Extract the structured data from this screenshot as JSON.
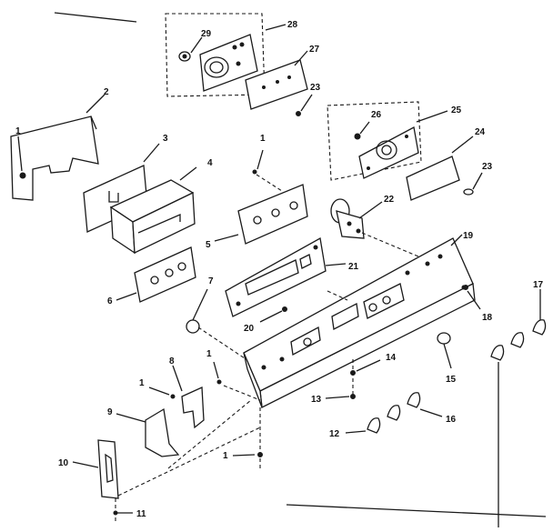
{
  "callouts": [
    {
      "id": "c1a",
      "text": "1"
    },
    {
      "id": "c1b",
      "text": "1"
    },
    {
      "id": "c1c",
      "text": "1"
    },
    {
      "id": "c1d",
      "text": "1"
    },
    {
      "id": "c1e",
      "text": "1"
    },
    {
      "id": "c2",
      "text": "2"
    },
    {
      "id": "c3",
      "text": "3"
    },
    {
      "id": "c4",
      "text": "4"
    },
    {
      "id": "c5",
      "text": "5"
    },
    {
      "id": "c6",
      "text": "6"
    },
    {
      "id": "c7",
      "text": "7"
    },
    {
      "id": "c8",
      "text": "8"
    },
    {
      "id": "c9",
      "text": "9"
    },
    {
      "id": "c10",
      "text": "10"
    },
    {
      "id": "c11",
      "text": "11"
    },
    {
      "id": "c12",
      "text": "12"
    },
    {
      "id": "c13",
      "text": "13"
    },
    {
      "id": "c14",
      "text": "14"
    },
    {
      "id": "c15",
      "text": "15"
    },
    {
      "id": "c16",
      "text": "16"
    },
    {
      "id": "c17",
      "text": "17"
    },
    {
      "id": "c18",
      "text": "18"
    },
    {
      "id": "c19",
      "text": "19"
    },
    {
      "id": "c20",
      "text": "20"
    },
    {
      "id": "c21",
      "text": "21"
    },
    {
      "id": "c22",
      "text": "22"
    },
    {
      "id": "c23a",
      "text": "23"
    },
    {
      "id": "c23b",
      "text": "23"
    },
    {
      "id": "c24",
      "text": "24"
    },
    {
      "id": "c25",
      "text": "25"
    },
    {
      "id": "c26",
      "text": "26"
    },
    {
      "id": "c27",
      "text": "27"
    },
    {
      "id": "c28",
      "text": "28"
    },
    {
      "id": "c29",
      "text": "29"
    }
  ]
}
